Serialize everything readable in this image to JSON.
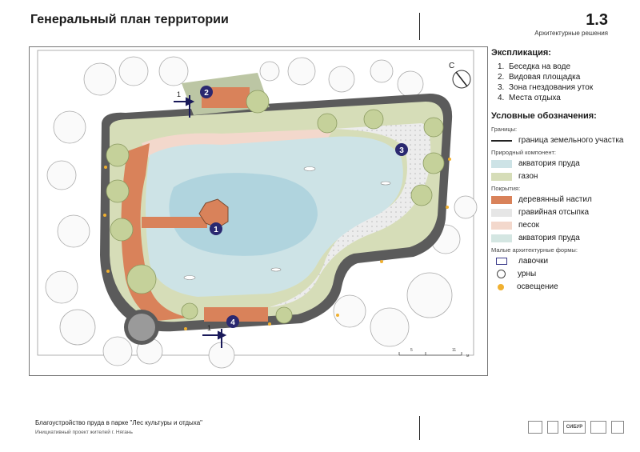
{
  "title": "Генеральный план территории",
  "sheet": {
    "number": "1.3",
    "subtitle": "Архитектурные решения"
  },
  "plan": {
    "north_label": "С",
    "markers": [
      "1",
      "2",
      "3",
      "4"
    ],
    "section_labels": [
      "1",
      "1"
    ],
    "scale_labels": [
      "5",
      "11",
      "м"
    ]
  },
  "legend": {
    "explication_title": "Экспликация:",
    "explication": [
      {
        "num": "1.",
        "label": "Беседка на воде"
      },
      {
        "num": "2.",
        "label": "Видовая площадка"
      },
      {
        "num": "3.",
        "label": "Зона гнездования уток"
      },
      {
        "num": "4.",
        "label": "Места отдыха"
      }
    ],
    "symbols_title": "Условные обозначения:",
    "borders_title": "Границы:",
    "border_label": "граница земельного участка",
    "nature_title": "Природный компонент:",
    "nature": [
      {
        "label": "акватория пруда",
        "color": "#cde3e6"
      },
      {
        "label": "газон",
        "color": "#d6ddb8"
      }
    ],
    "covers_title": "Покрытия:",
    "covers": [
      {
        "label": "деревянный настил",
        "color": "#d9825a"
      },
      {
        "label": "гравийная отсыпка",
        "color": "#e6e6e6"
      },
      {
        "label": "песок",
        "color": "#f3d8cc"
      },
      {
        "label": "акватория пруда",
        "color": "#d4e6e2"
      }
    ],
    "maf_title": "Малые архитектурные формы:",
    "bench_label": "лавочки",
    "urn_label": "урны",
    "light_label": "освещение"
  },
  "footer": {
    "title": "Благоустройство пруда в парке \"Лес культуры и отдыха\"",
    "subtitle": "Инициативный проект жителей г. Нягань"
  },
  "logos": [
    "СИБУР"
  ]
}
